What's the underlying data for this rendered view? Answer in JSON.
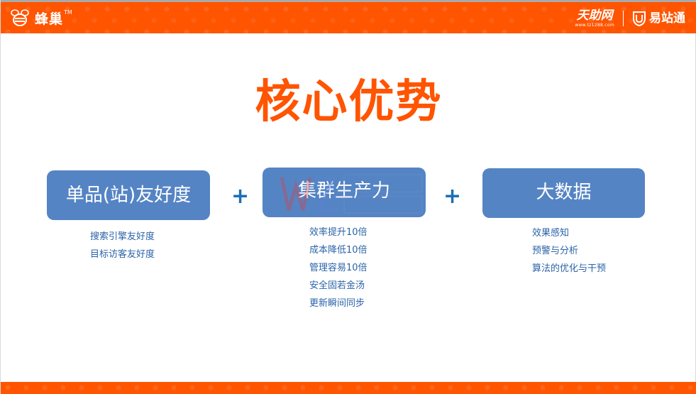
{
  "header": {
    "brand": {
      "name": "蜂巢",
      "tm": "TM"
    },
    "partner1": {
      "name": "天助网",
      "url": "www.tz1288.com"
    },
    "partner2": {
      "name": "易站通"
    }
  },
  "title": "核心优势",
  "pillars": [
    {
      "label": "单品(站)友好度",
      "items": [
        "搜索引擎友好度",
        "目标访客友好度"
      ]
    },
    {
      "label": "集群生产力",
      "items": [
        "效率提升10倍",
        "成本降低10倍",
        "管理容易10倍",
        "安全固若金汤",
        "更新瞬间同步"
      ]
    },
    {
      "label": "大数据",
      "items": [
        "效果感知",
        "预警与分析",
        "算法的优化与干预"
      ]
    }
  ],
  "plus_sign": "+",
  "colors": {
    "accent": "#ff5400",
    "box": "#5584c4",
    "list_text": "#2b63a8",
    "plus": "#1d6fb5"
  },
  "icons": [
    "bee-logo-icon",
    "shield-u-icon"
  ]
}
